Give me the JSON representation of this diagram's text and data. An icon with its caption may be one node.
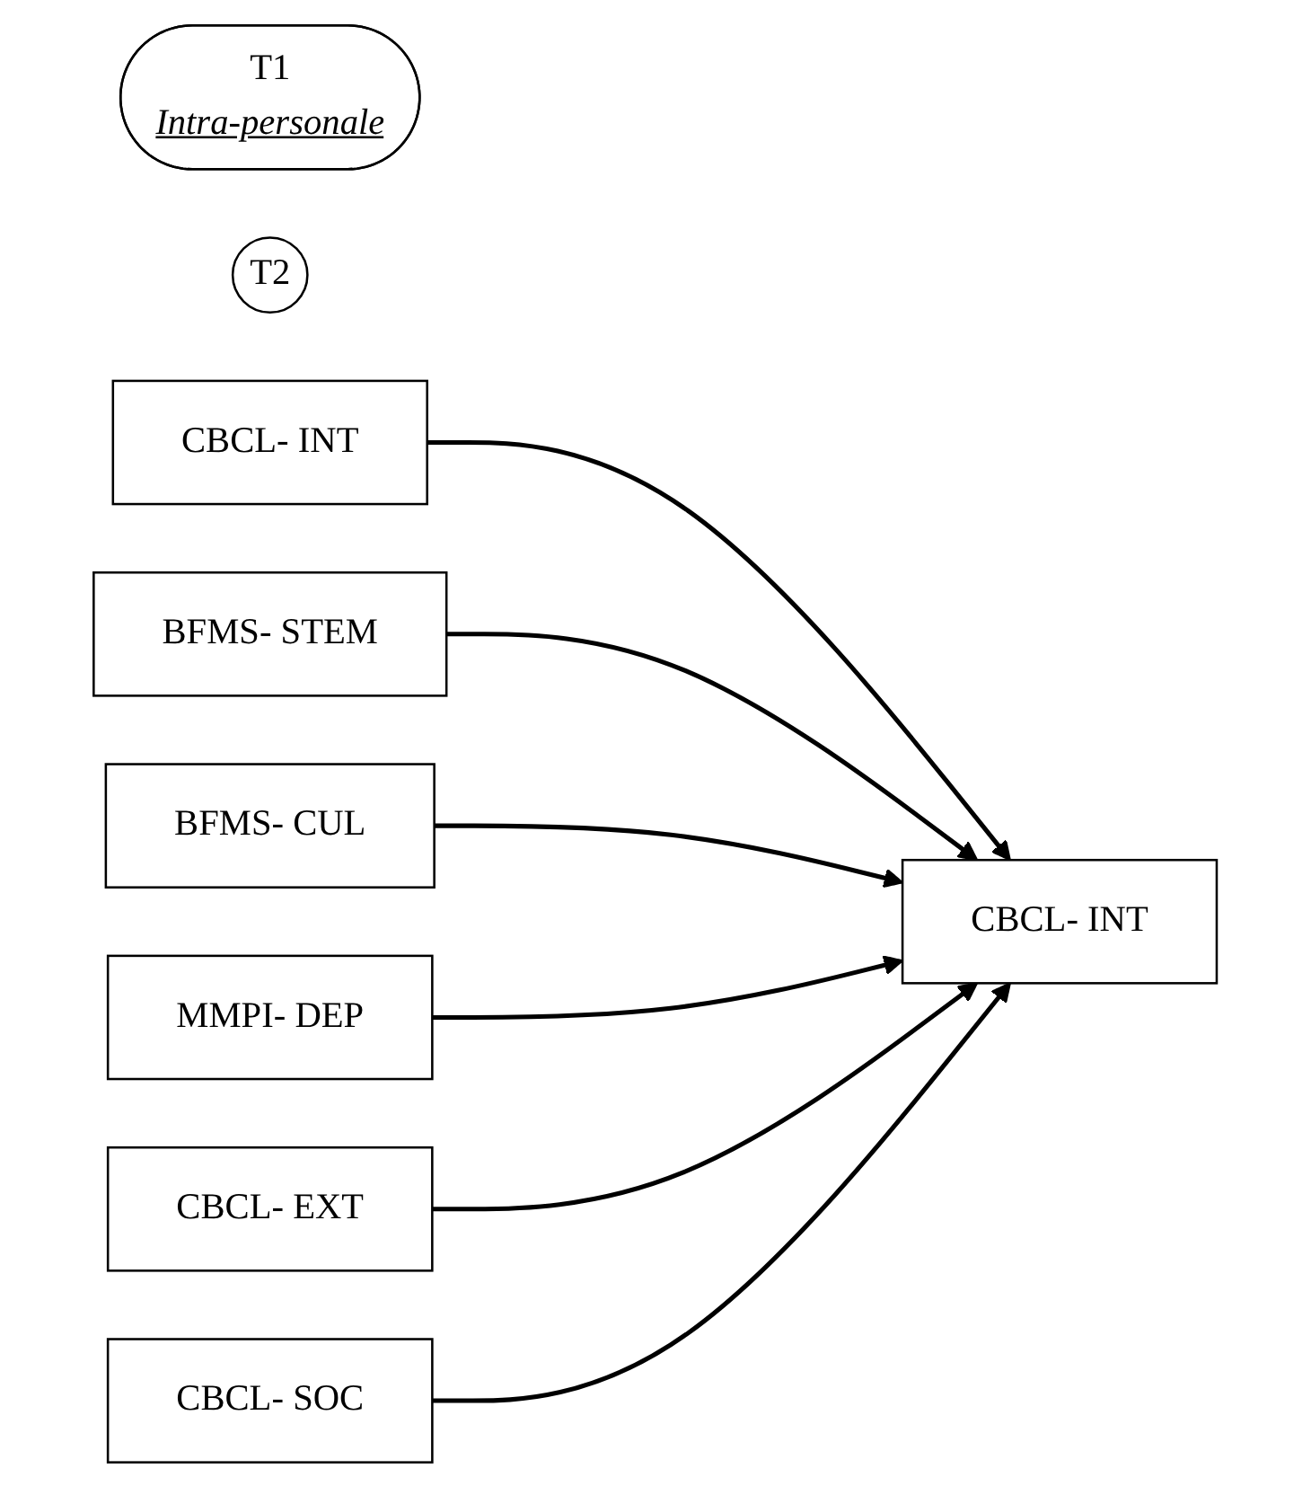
{
  "diagram": {
    "nodes": [
      {
        "text": [
          "T1",
          "Intra-personale"
        ]
      },
      {
        "text": [
          "T2"
        ]
      },
      {
        "text": [
          "CBCL- INT"
        ]
      },
      {
        "text": [
          "BFMS- STEM"
        ]
      },
      {
        "text": [
          "BFMS- CUL"
        ]
      },
      {
        "text": [
          "MMPI- DEP"
        ]
      },
      {
        "text": [
          "CBCL- EXT"
        ]
      },
      {
        "text": [
          "CBCL- SOC"
        ]
      },
      {
        "text": [
          "CBCL- INT"
        ]
      }
    ],
    "edges": [
      {
        "from": 2,
        "to": 8,
        "arrow": "to"
      },
      {
        "from": 3,
        "to": 8,
        "arrow": "to"
      },
      {
        "from": 4,
        "to": 8,
        "arrow": "to"
      },
      {
        "from": 5,
        "to": 8,
        "arrow": "to"
      },
      {
        "from": 6,
        "to": 8,
        "arrow": "to"
      },
      {
        "from": 7,
        "to": 8,
        "arrow": "to"
      }
    ]
  }
}
